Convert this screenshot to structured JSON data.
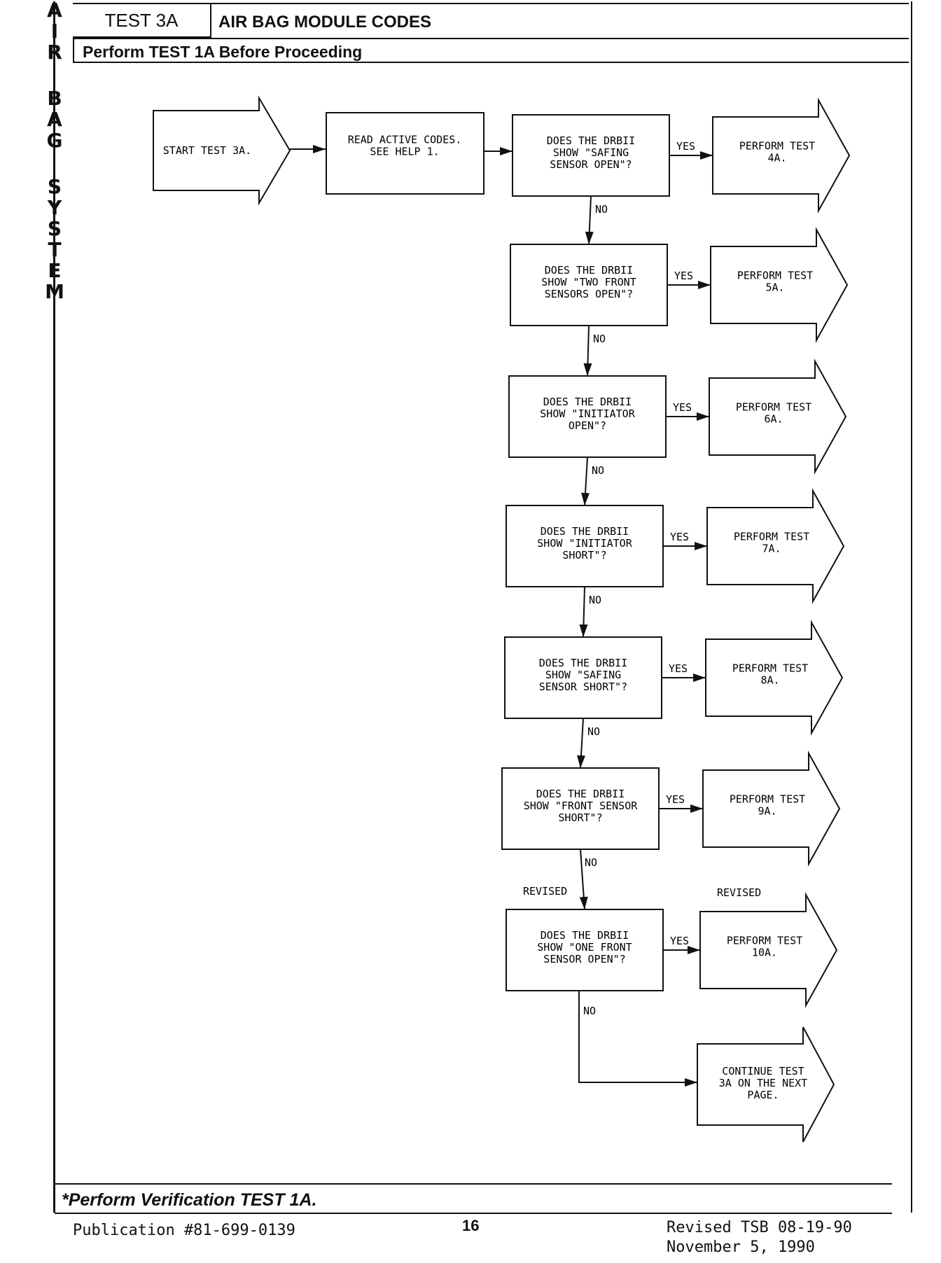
{
  "side_title": [
    "A",
    "I",
    "R",
    "",
    "B",
    "A",
    "G",
    "",
    "S",
    "Y",
    "S",
    "T",
    "E",
    "M"
  ],
  "header": {
    "test_label": "TEST 3A",
    "title": "AIR BAG MODULE CODES",
    "subtitle": "Perform TEST 1A Before Proceeding"
  },
  "flow": {
    "start": [
      "START TEST 3A."
    ],
    "read": [
      "READ ACTIVE CODES.",
      "SEE HELP 1."
    ],
    "yes": "YES",
    "no": "NO",
    "revised": "REVISED",
    "questions": [
      [
        "DOES THE DRBII",
        "SHOW \"SAFING",
        "SENSOR OPEN\"?"
      ],
      [
        "DOES THE DRBII",
        "SHOW \"TWO FRONT",
        "SENSORS OPEN\"?"
      ],
      [
        "DOES THE DRBII",
        "SHOW \"INITIATOR",
        "OPEN\"?"
      ],
      [
        "DOES THE DRBII",
        "SHOW \"INITIATOR",
        "SHORT\"?"
      ],
      [
        "DOES THE DRBII",
        "SHOW \"SAFING",
        "SENSOR SHORT\"?"
      ],
      [
        "DOES THE DRBII",
        "SHOW \"FRONT SENSOR",
        "SHORT\"?"
      ],
      [
        "DOES THE DRBII",
        "SHOW \"ONE FRONT",
        "SENSOR OPEN\"?"
      ]
    ],
    "results": [
      [
        "PERFORM TEST",
        "4A."
      ],
      [
        "PERFORM TEST",
        "5A."
      ],
      [
        "PERFORM TEST",
        "6A."
      ],
      [
        "PERFORM TEST",
        "7A."
      ],
      [
        "PERFORM TEST",
        "8A."
      ],
      [
        "PERFORM TEST",
        "9A."
      ],
      [
        "PERFORM TEST",
        "10A."
      ]
    ],
    "continue": [
      "CONTINUE TEST",
      "3A ON THE NEXT",
      "PAGE."
    ]
  },
  "footer": {
    "note": "*Perform  Verification TEST 1A.",
    "publication": "Publication #81-699-0139",
    "page": "16",
    "revised_tsb": "Revised TSB 08-19-90",
    "date": "November 5, 1990"
  }
}
